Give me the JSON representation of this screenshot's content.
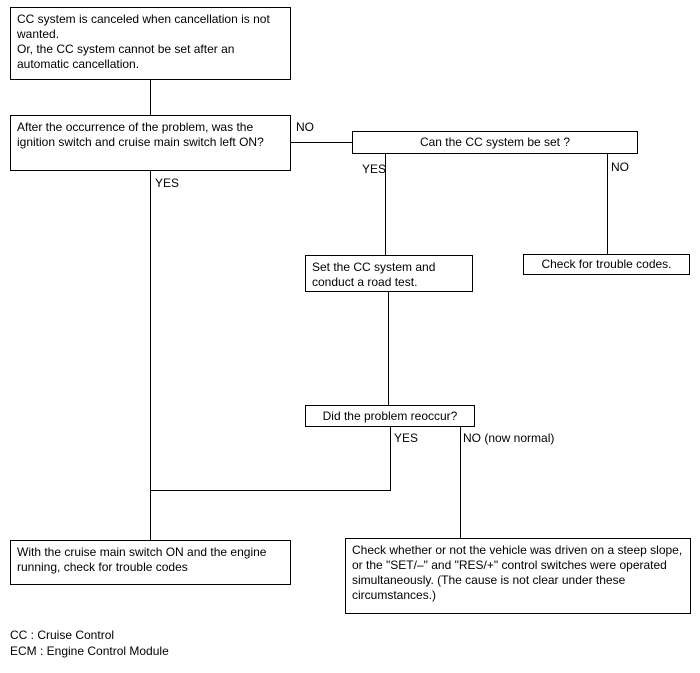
{
  "diagram": {
    "boxes": {
      "intro": "CC system is canceled when cancellation is not wanted.\nOr, the CC system cannot be set after an automatic cancellation.",
      "question_ignition": "After the occurrence of the problem, was the ignition switch and cruise main switch left ON?",
      "question_cc_set": "Can the CC system be set ?",
      "set_and_road_test": "Set the CC system and conduct a road test.",
      "check_trouble_codes": "Check for trouble codes.",
      "question_reoccur": "Did the problem reoccur?",
      "main_switch_check": "With the cruise main switch ON and the engine running, check for trouble codes",
      "steep_slope_check": "Check whether or not the vehicle was driven on a steep slope, or the \"SET/–\" and \"RES/+\" control switches were operated simultaneously. (The cause is not clear under these circumstances.)"
    },
    "labels": {
      "no_to_ccset": "NO",
      "yes_ccset": "YES",
      "no_ccset": "NO",
      "yes_ignition": "YES",
      "yes_reoccur": "YES",
      "no_now_normal": "NO (now normal)"
    },
    "legend": {
      "cc": "CC : Cruise Control",
      "ecm": "ECM : Engine Control Module"
    }
  }
}
